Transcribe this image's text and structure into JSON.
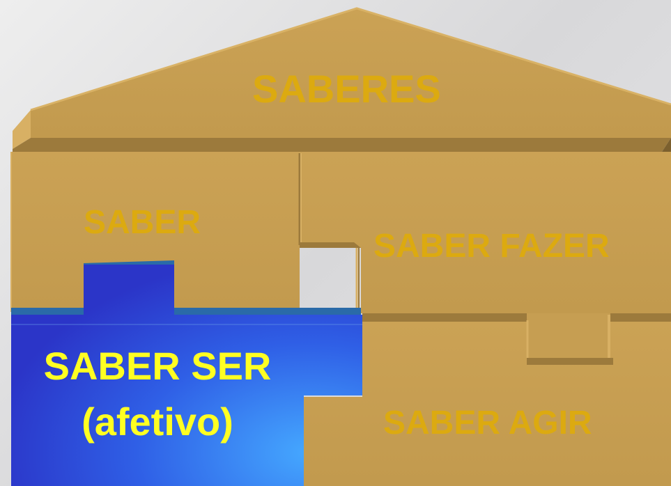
{
  "labels": {
    "saberes": "SABERES",
    "saber": "SABER",
    "saber_fazer": "SABER FAZER",
    "saber_agir": "SABER AGIR",
    "saber_ser_line1": "SABER SER",
    "saber_ser_line2": "(afetivo)"
  },
  "colors": {
    "background": "#e4e4e6",
    "wood": "#c69e52",
    "wood_dark": "#9c7a3c",
    "wood_edge": "#d8b064",
    "wood_label": "#dcaa10",
    "blue_piece": "#2f45d6",
    "blue_highlight": "#3f9bff",
    "blue_top": "#2a6aa8",
    "highlight_label": "#ffff22"
  }
}
